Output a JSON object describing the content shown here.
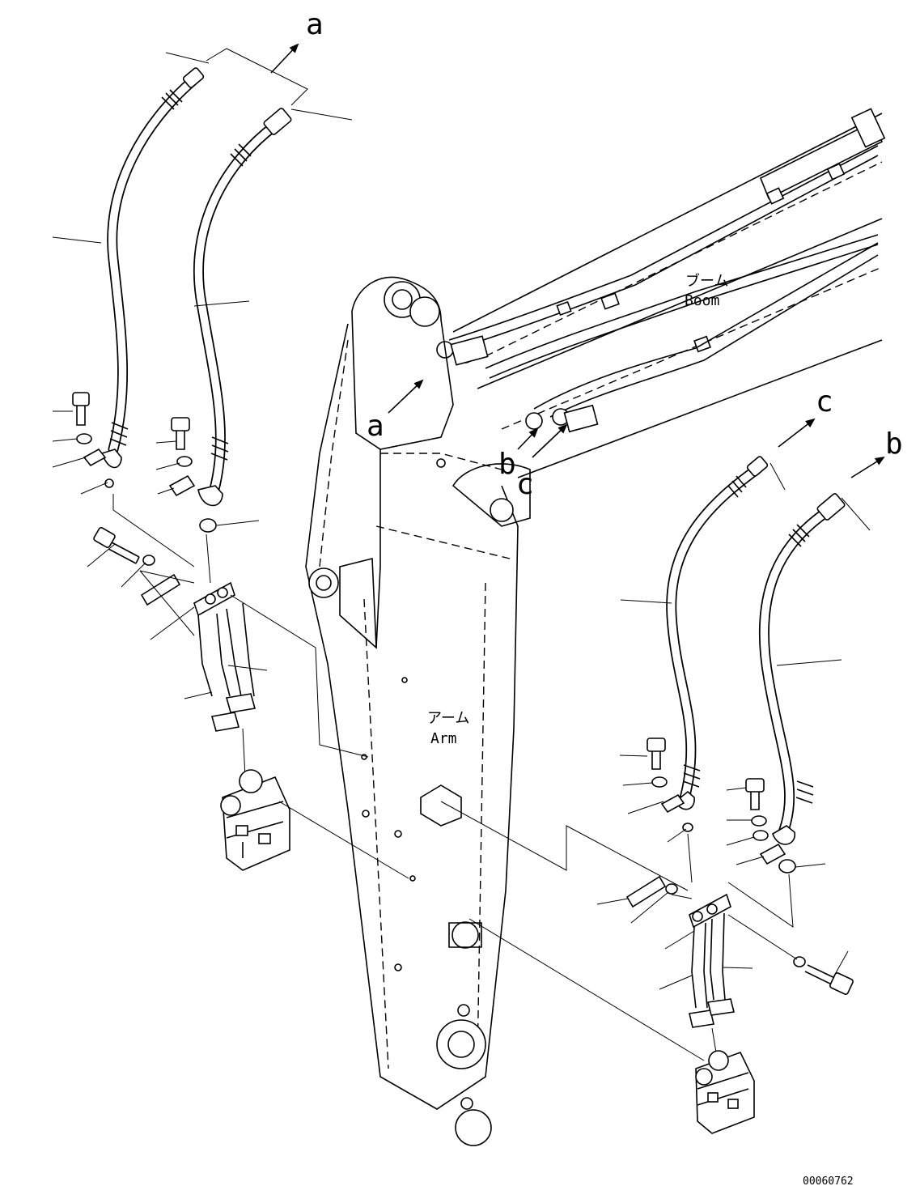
{
  "labels": {
    "a_top": "a",
    "a_mid": "a",
    "b_mid": "b",
    "c_mid": "c",
    "c_right": "c",
    "b_right": "b"
  },
  "boom": {
    "jp": "ブーム",
    "en": "Boom"
  },
  "arm": {
    "jp": "アーム",
    "en": "Arm"
  },
  "figure_id": "00060762"
}
